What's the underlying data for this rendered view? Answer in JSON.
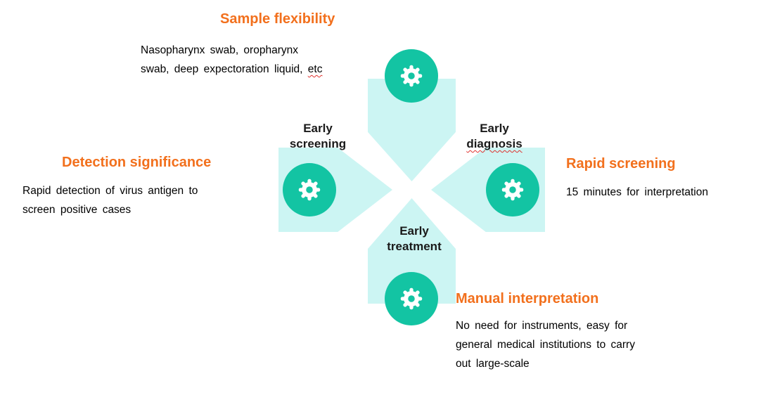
{
  "colors": {
    "orange": "#F2701D",
    "teal": "#13C4A3",
    "cyan": "#CCF5F3",
    "text": "#000000",
    "label": "#1A1A1A",
    "squiggle": "#E0312E"
  },
  "icons": {
    "gear": "⚙"
  },
  "sections": {
    "top": {
      "title": "Sample flexibility",
      "line1": "Nasopharynx swab, oropharynx",
      "line2": "swab, deep expectoration liquid, ",
      "line2_suffix": "etc"
    },
    "left": {
      "title": "Detection significance",
      "line1": "Rapid detection of virus antigen to",
      "line2": "screen positive cases"
    },
    "right": {
      "title": "Rapid screening",
      "line1": "15 minutes for interpretation"
    },
    "bottom": {
      "title": "Manual interpretation",
      "line1": "No need for instruments, easy for",
      "line2": "general medical institutions to carry",
      "line3": "out large-scale"
    }
  },
  "center_labels": {
    "screening": {
      "line1": "Early",
      "line2": "screening"
    },
    "diagnosis": {
      "line1": "Early",
      "line2": "diagnosis"
    },
    "treatment": {
      "line1": "Early",
      "line2": "treatment"
    }
  }
}
